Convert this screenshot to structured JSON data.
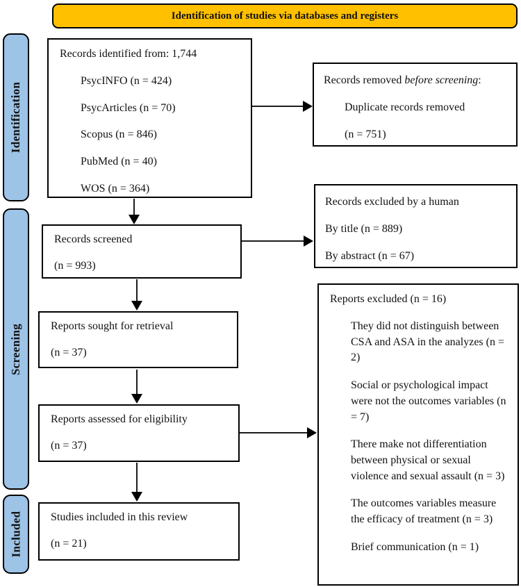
{
  "banner": {
    "title": "Identification of studies via databases and registers"
  },
  "stages": {
    "identification": "Identification",
    "screening": "Screening",
    "included": "Included"
  },
  "boxes": {
    "identified": {
      "title": "Records identified from: 1,744",
      "items": [
        "PsycINFO (n = 424)",
        "PsycArticles (n = 70)",
        "Scopus (n = 846)",
        "PubMed (n = 40)",
        "WOS (n = 364)"
      ]
    },
    "screened": {
      "line1": "Records screened",
      "line2": "(n = 993)"
    },
    "sought": {
      "line1": "Reports sought for retrieval",
      "line2": "(n = 37)"
    },
    "assessed": {
      "line1": "Reports assessed for eligibility",
      "line2": "(n = 37)"
    },
    "included": {
      "line1": "Studies included in this review",
      "line2": "(n = 21)"
    }
  },
  "side_boxes": {
    "removed": {
      "title_normal": "Records removed ",
      "title_italic": "before screening",
      "title_colon": ":",
      "line1": "Duplicate records removed",
      "line2": "(n = 751)"
    },
    "excluded_human": {
      "line1": "Records excluded by a human",
      "line2": "By title (n =  889)",
      "line3": "By abstract (n = 67)"
    },
    "reports_excluded": {
      "title": "Reports excluded (n = 16)",
      "items": [
        "They did not distinguish between CSA and ASA in the analyzes (n = 2)",
        "Social or psychological impact were not the outcomes variables (n = 7)",
        "There make not differentiation between physical or sexual violence and sexual assault (n = 3)",
        "The outcomes variables measure the efficacy of treatment (n = 3)",
        "Brief communication (n = 1)"
      ]
    }
  },
  "colors": {
    "banner_bg": "#FFC000",
    "stage_bg": "#9DC3E6",
    "border": "#000000"
  }
}
